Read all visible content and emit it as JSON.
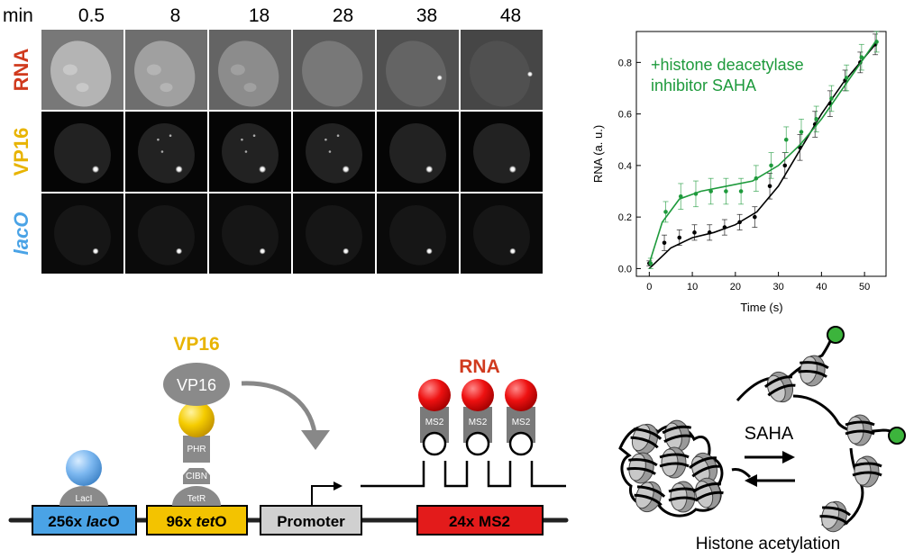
{
  "micrograph": {
    "time_label": "min",
    "times": [
      "0.5",
      "8",
      "18",
      "28",
      "38",
      "48"
    ],
    "rows": [
      {
        "label": "RNA",
        "color": "#d03a1e"
      },
      {
        "label": "VP16",
        "color": "#e8b400"
      },
      {
        "label": "lacO",
        "color": "#4aa3e6"
      }
    ]
  },
  "construct": {
    "boxes": [
      {
        "label_a": "256x ",
        "label_b": "lac",
        "label_c": "O",
        "color": "#4aa3e6"
      },
      {
        "label_a": "96x ",
        "label_b": "tet",
        "label_c": "O",
        "color": "#f3c300"
      },
      {
        "label_a": "Promoter",
        "label_b": "",
        "label_c": "",
        "color": "#d0d0d0"
      },
      {
        "label_a": "24x MS2",
        "label_b": "",
        "label_c": "",
        "color": "#e31b1b"
      }
    ],
    "lacI_label": "LacI",
    "tetR_label": "TetR",
    "cibn_label": "CIBN",
    "phr_label": "PHR",
    "vp16_label": "VP16",
    "vp16_title": "VP16",
    "vp16_title_color": "#e8b400",
    "rna_title": "RNA",
    "rna_title_color": "#d03a1e",
    "ms2_labels": [
      "MS2",
      "MS2",
      "MS2"
    ]
  },
  "acetylation": {
    "saha_label": "SAHA",
    "caption": "Histone acetylation"
  },
  "chart_data": {
    "type": "line",
    "xlabel": "Time (s)",
    "ylabel": "RNA (a. u.)",
    "xlim": [
      -3,
      55
    ],
    "ylim": [
      -0.03,
      0.92
    ],
    "xticks": [
      0,
      10,
      20,
      30,
      40,
      50
    ],
    "yticks": [
      0.0,
      0.2,
      0.4,
      0.6,
      0.8
    ],
    "annotation_line1": "+histone deacetylase",
    "annotation_line2": "inhibitor SAHA",
    "annotation_color": "#1e9a3c",
    "series": [
      {
        "color": "#000000",
        "x": [
          0,
          3.5,
          7,
          10.5,
          14,
          17.5,
          21,
          24.5,
          28,
          31.5,
          35,
          38.5,
          42,
          45.5,
          49,
          52.5
        ],
        "y": [
          0.02,
          0.1,
          0.12,
          0.14,
          0.14,
          0.16,
          0.18,
          0.2,
          0.32,
          0.4,
          0.47,
          0.56,
          0.64,
          0.73,
          0.8,
          0.87
        ],
        "err": [
          0.01,
          0.03,
          0.03,
          0.03,
          0.03,
          0.03,
          0.03,
          0.04,
          0.05,
          0.05,
          0.05,
          0.05,
          0.05,
          0.04,
          0.04,
          0.04
        ],
        "fit": [
          [
            0,
            0.0
          ],
          [
            5,
            0.08
          ],
          [
            10,
            0.12
          ],
          [
            15,
            0.14
          ],
          [
            20,
            0.17
          ],
          [
            25,
            0.22
          ],
          [
            30,
            0.32
          ],
          [
            35,
            0.46
          ],
          [
            40,
            0.6
          ],
          [
            45,
            0.72
          ],
          [
            52.5,
            0.87
          ]
        ]
      },
      {
        "color": "#1e9a3c",
        "x": [
          0,
          3.5,
          7,
          10.5,
          14,
          17.5,
          21,
          24.5,
          28,
          31.5,
          35,
          38.5,
          42,
          45.5,
          49,
          52.5
        ],
        "y": [
          0.02,
          0.22,
          0.28,
          0.29,
          0.3,
          0.3,
          0.3,
          0.35,
          0.4,
          0.5,
          0.53,
          0.58,
          0.66,
          0.74,
          0.82,
          0.88
        ],
        "err": [
          0.02,
          0.04,
          0.05,
          0.05,
          0.05,
          0.05,
          0.05,
          0.05,
          0.05,
          0.05,
          0.05,
          0.05,
          0.05,
          0.05,
          0.05,
          0.04
        ],
        "fit": [
          [
            0,
            0.02
          ],
          [
            3,
            0.18
          ],
          [
            7,
            0.27
          ],
          [
            12,
            0.3
          ],
          [
            18,
            0.32
          ],
          [
            24,
            0.34
          ],
          [
            30,
            0.4
          ],
          [
            35,
            0.48
          ],
          [
            40,
            0.58
          ],
          [
            45,
            0.7
          ],
          [
            52.5,
            0.88
          ]
        ]
      }
    ]
  }
}
